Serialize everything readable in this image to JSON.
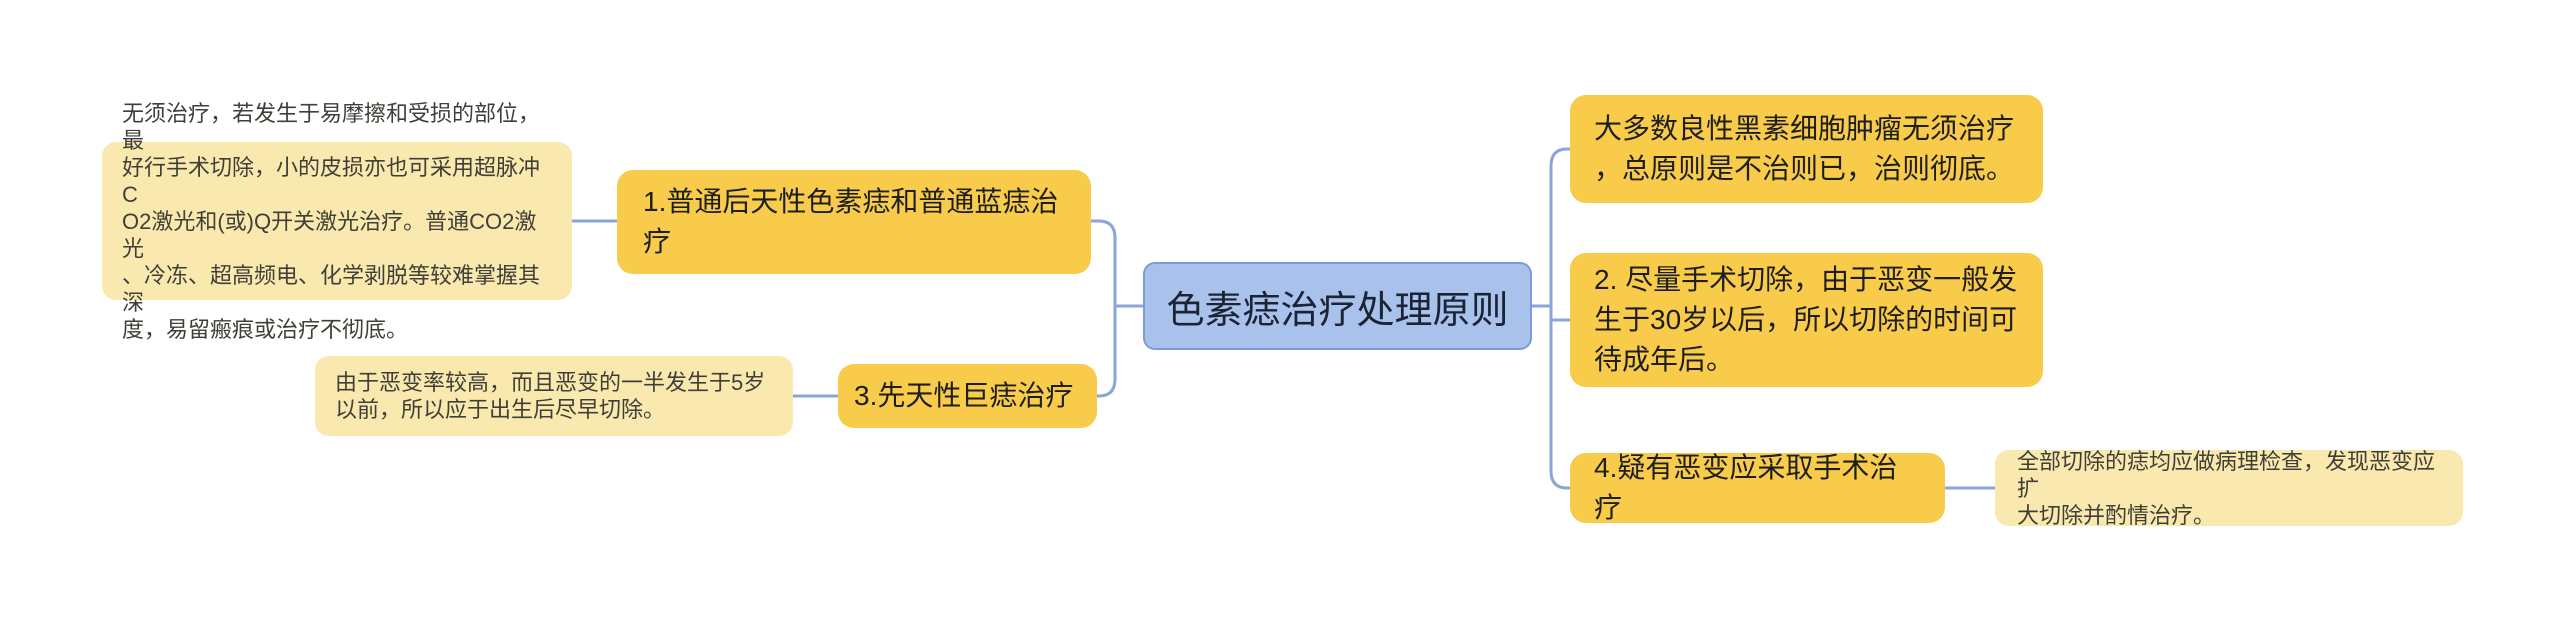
{
  "diagram": {
    "type": "mindmap",
    "background": "#ffffff",
    "colors": {
      "branch_fill": "#F8CB4B",
      "note_fill": "#FAE9AF",
      "root_fill": "#A9C2EC",
      "root_border": "#7D9BD9",
      "connector": "#8BA5D9",
      "branch_text": "#1E1E1E",
      "note_text": "#3F3F38",
      "root_text": "#1B2435"
    }
  },
  "root": {
    "label": "色素痣治疗处理原则"
  },
  "branches": {
    "left": [
      {
        "label": "1.普通后天性色素痣和普通蓝痣治\n疗",
        "note": "无须治疗，若发生于易摩擦和受损的部位，最\n好行手术切除，小的皮损亦也可采用超脉冲C\nO2激光和(或)Q开关激光治疗。普通CO2激光\n、冷冻、超高频电、化学剥脱等较难掌握其深\n度，易留瘢痕或治疗不彻底。"
      },
      {
        "label": "3.先天性巨痣治疗",
        "note": "由于恶变率较高，而且恶变的一半发生于5岁\n以前，所以应于出生后尽早切除。"
      }
    ],
    "right": [
      {
        "label": "大多数良性黑素细胞肿瘤无须治疗\n，总原则是不治则已，治则彻底。"
      },
      {
        "label": "2. 尽量手术切除，由于恶变一般发\n生于30岁以后，所以切除的时间可\n待成年后。"
      },
      {
        "label": "4.疑有恶变应采取手术治疗",
        "note": "全部切除的痣均应做病理检查，发现恶变应扩\n大切除并酌情治疗。"
      }
    ]
  }
}
